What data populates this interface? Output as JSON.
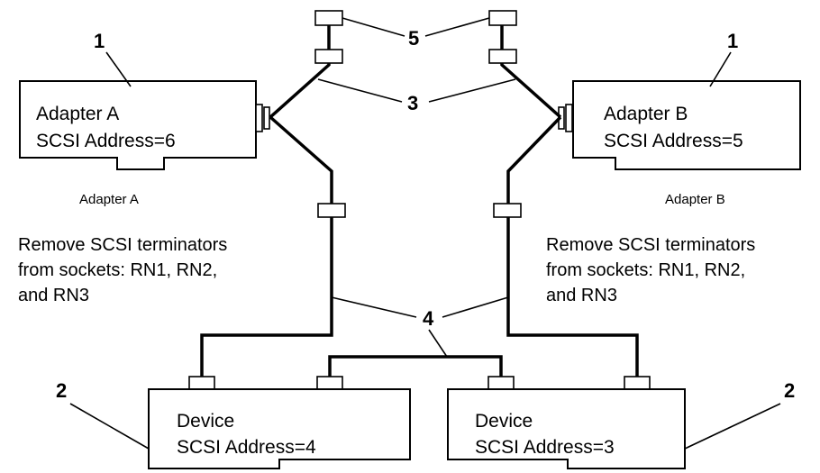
{
  "adapters": [
    {
      "name": "Adapter A",
      "address": "SCSI  Address=6",
      "caption": "Adapter A",
      "instructions": [
        "Remove SCSI terminators",
        "from sockets: RN1, RN2,",
        "and RN3"
      ]
    },
    {
      "name": "Adapter B",
      "address": "SCSI  Address=5",
      "caption": "Adapter B",
      "instructions": [
        "Remove SCSI terminators",
        "from sockets: RN1, RN2,",
        "and RN3"
      ]
    }
  ],
  "devices": [
    {
      "name": "Device",
      "address": "SCSI  Address=4"
    },
    {
      "name": "Device",
      "address": "SCSI  Address=3"
    }
  ],
  "callouts": {
    "adapter": "1",
    "device": "2",
    "y_cable": "3",
    "cable": "4",
    "terminator": "5"
  }
}
